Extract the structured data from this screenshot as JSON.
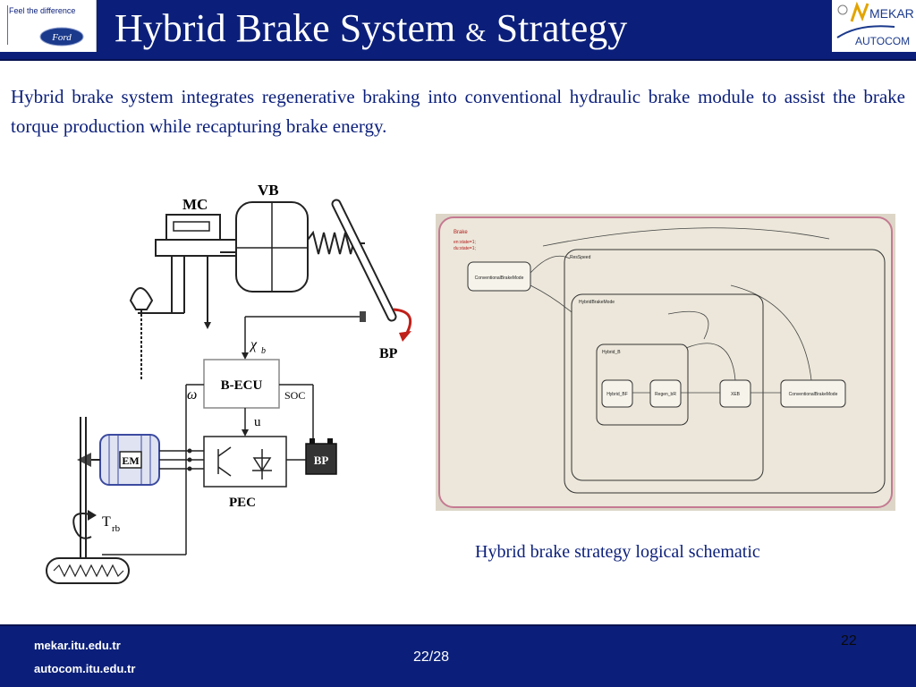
{
  "header": {
    "ford_tagline": "Feel the difference",
    "ford_logo_text": "Ford",
    "title_part1": "Hybrid Brake System ",
    "title_amp": "&",
    "title_part2": " Strategy",
    "mekar_logo_text": "MEKAR",
    "autocom_logo_text": "AUTOCOM"
  },
  "body": {
    "intro": "Hybrid brake system integrates regenerative braking into conventional hydraulic brake module to assist the brake torque production while recapturing brake energy.",
    "caption": "Hybrid brake strategy logical schematic"
  },
  "diagram": {
    "mc": "MC",
    "vb": "VB",
    "bp_pedal": "BP",
    "xb": "χ",
    "xb_sub": "b",
    "becu": "B-ECU",
    "omega": "ω",
    "soc": "SOC",
    "u": "u",
    "em": "EM",
    "pec": "PEC",
    "battery": "BP",
    "trb": "T",
    "trb_sub": "rb"
  },
  "schematic": {
    "state_conventional": "ConventionalBrakeMode",
    "state_hybrid_bf": "Hybrid_BF",
    "state_regen": "Regen_bR",
    "state_xeb": "XEB",
    "state_conv_right": "ConventionalBrakeMode",
    "label_hybrid_mode": "HybridBrakeMode",
    "label_hybrid_b": "Hybrid_B",
    "label_resspeed": "ResSpeed"
  },
  "footer": {
    "link1": "mekar.itu.edu.tr",
    "link2": "autocom.itu.edu.tr",
    "page": "22/28",
    "slide_number": "22"
  }
}
